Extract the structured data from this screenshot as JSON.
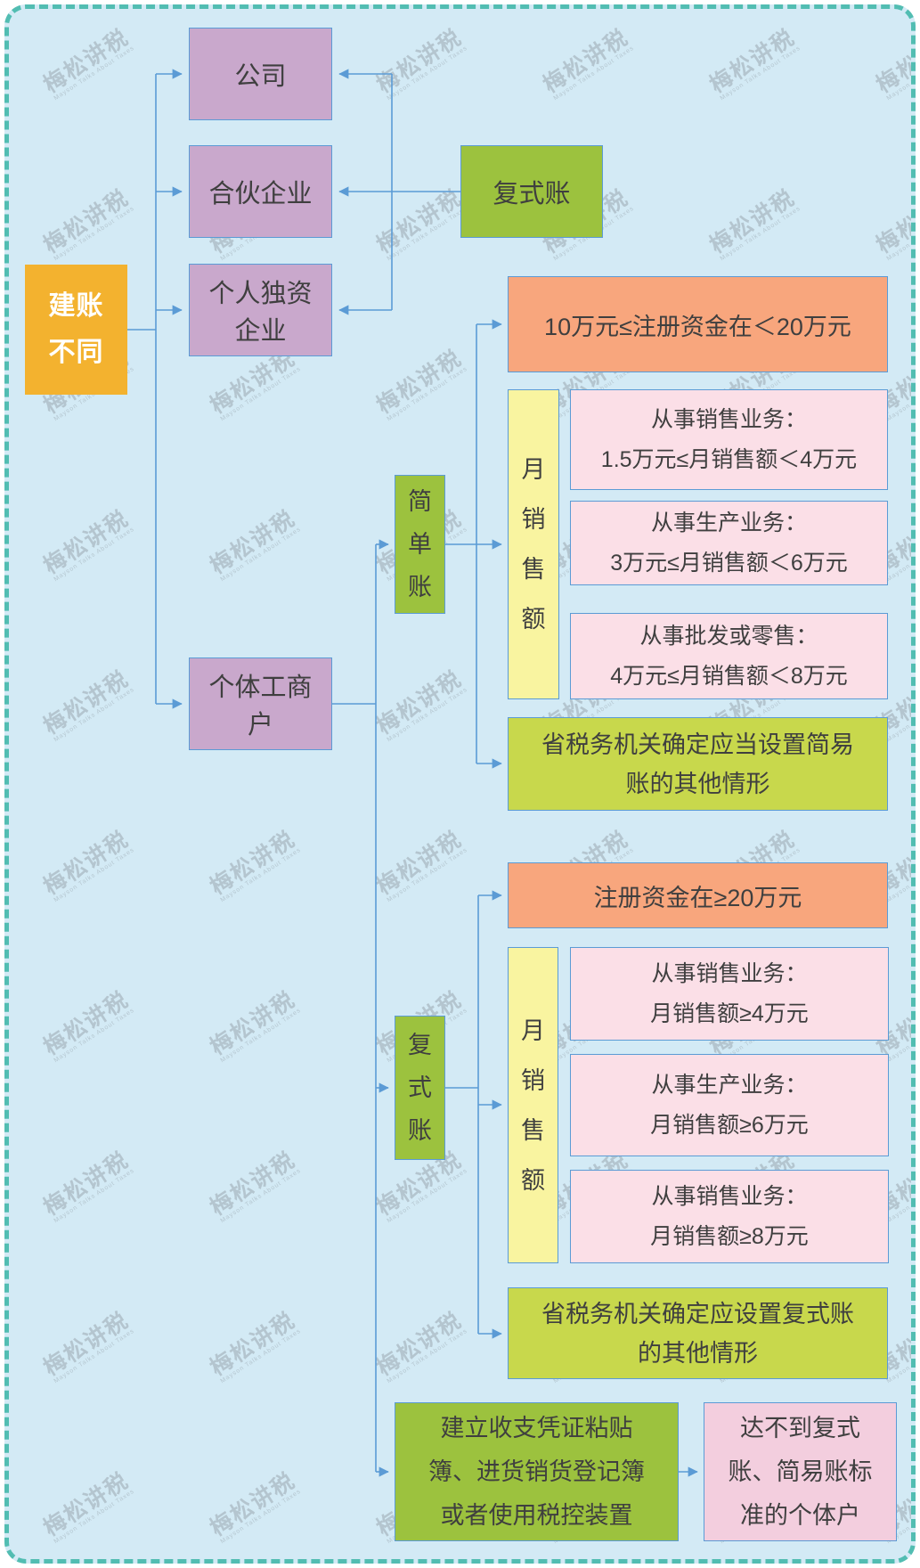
{
  "watermark": {
    "cn": "梅松讲税",
    "en": "Mayson Talks About Taxes"
  },
  "colors": {
    "bg": "#d3eaf5",
    "border-teal": "#52bdb2",
    "line-blue": "#5b9bd5",
    "purple": "#c9a8cc",
    "orange": "#f3b22f",
    "green": "#9cc23e",
    "yellow": "#f9f4a0",
    "salmon": "#f8a67d",
    "pink": "#fbdfe7",
    "lime": "#c8d84c",
    "pink-deep": "#f3cede"
  },
  "nodes": {
    "root": "建账\n不同",
    "company": "公司",
    "partnership": "合伙企业",
    "sole_proprietorship": "个人独资\n企业",
    "individual_business": "个体工商\n户",
    "double_entry_top": "复式账",
    "simple_account": "简单账",
    "double_entry_bottom": "复式账"
  },
  "simple_branch": {
    "capital": "10万元≤注册资金在＜20万元",
    "monthly_sales_label": "月销售额",
    "conditions": [
      "从事销售业务：\n1.5万元≤月销售额＜4万元",
      "从事生产业务：\n3万元≤月销售额＜6万元",
      "从事批发或零售：\n4万元≤月销售额＜8万元"
    ],
    "other_cases": "省税务机关确定应当设置简易\n账的其他情形"
  },
  "double_branch": {
    "capital": "注册资金在≥20万元",
    "monthly_sales_label": "月销售额",
    "conditions": [
      "从事销售业务：\n月销售额≥4万元",
      "从事生产业务：\n月销售额≥6万元",
      "从事销售业务：\n月销售额≥8万元"
    ],
    "other_cases": "省税务机关确定应设置复式账\n的其他情形"
  },
  "fallback": {
    "ledger": "建立收支凭证粘贴\n簿、进货销货登记簿\n或者使用税控装置",
    "target": "达不到复式\n账、简易账标\n准的个体户"
  }
}
